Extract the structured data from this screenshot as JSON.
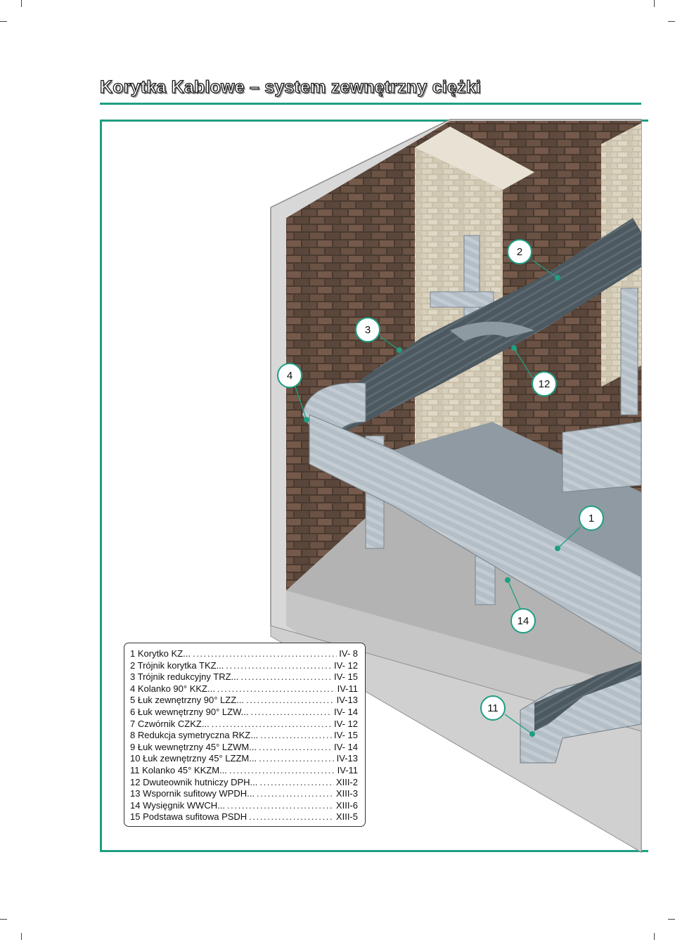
{
  "title": "Korytka Kablowe – system zewnętrzny ciężki",
  "colors": {
    "accent": "#1f9e82",
    "brick": "#5a4438",
    "stone": "#d6cdb8",
    "floor": "#b8b8b8",
    "steel": "#aab4bc"
  },
  "callouts": [
    "2",
    "3",
    "4",
    "12",
    "1",
    "14",
    "11"
  ],
  "legend": [
    {
      "name": "1 Korytko KZ...",
      "page": "IV- 8"
    },
    {
      "name": "2 Trójnik korytka TKZ...",
      "page": "IV- 12"
    },
    {
      "name": "3 Trójnik redukcyjny TRZ...",
      "page": "IV- 15"
    },
    {
      "name": "4 Kolanko 90° KKZ...",
      "page": "IV-11"
    },
    {
      "name": "5 Łuk zewnętrzny 90° LZZ...",
      "page": "IV-13"
    },
    {
      "name": "6 Łuk wewnętrzny 90° LZW...",
      "page": "IV- 14"
    },
    {
      "name": "7 Czwórnik CZKZ...",
      "page": "IV- 12"
    },
    {
      "name": "8 Redukcja symetryczna RKZ...",
      "page": "IV- 15"
    },
    {
      "name": "9 Łuk wewnętrzny 45° LZWM...",
      "page": "IV- 14"
    },
    {
      "name": "10 Łuk zewnętrzny 45° LZZM...",
      "page": "IV-13"
    },
    {
      "name": "11 Kolanko 45° KKZM...",
      "page": "IV-11"
    },
    {
      "name": "12 Dwuteownik hutniczy DPH...",
      "page": "XIII-2"
    },
    {
      "name": "13 Wspornik sufitowy WPDH...",
      "page": "XIII-3"
    },
    {
      "name": "14 Wysięgnik WWCH...",
      "page": "XIII-6"
    },
    {
      "name": "15 Podstawa sufitowa PSDH",
      "page": "XIII-5"
    }
  ]
}
